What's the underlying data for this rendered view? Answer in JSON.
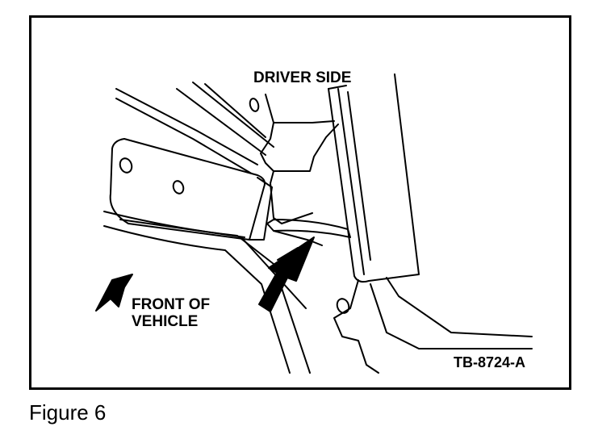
{
  "diagram": {
    "labels": {
      "driver_side": "DRIVER SIDE",
      "front_of_vehicle_line1": "FRONT OF",
      "front_of_vehicle_line2": "VEHICLE",
      "drawing_id": "TB-8724-A"
    },
    "caption": "Figure 6",
    "colors": {
      "ink": "#000000",
      "paper": "#ffffff"
    }
  }
}
